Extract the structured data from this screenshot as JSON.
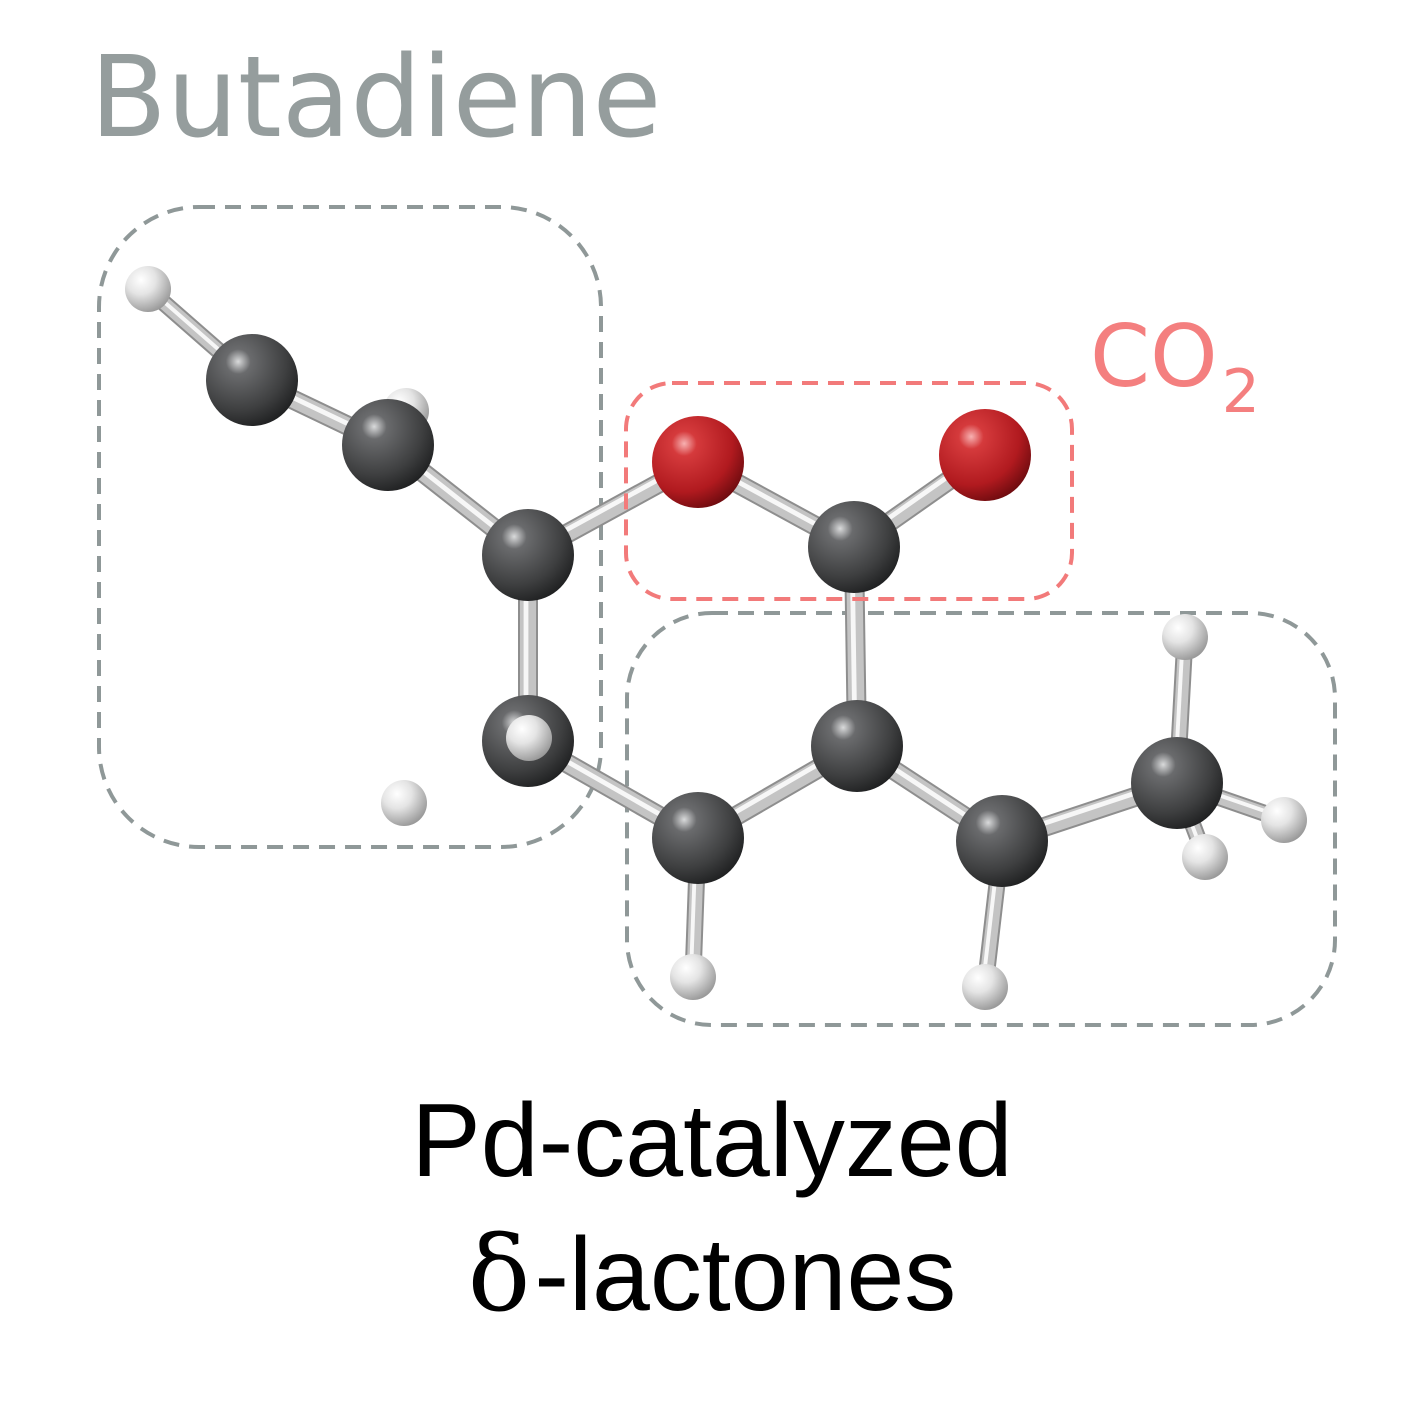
{
  "labels": {
    "butadiene": "Butadiene",
    "co2_main": "CO",
    "co2_subscript": "2",
    "caption_line1": "Pd-catalyzed",
    "caption_line2_greek": "δ",
    "caption_line2_rest": "-lactones"
  },
  "colors": {
    "butadiene_box": "#8f9898",
    "co2_box": "#f27a7a",
    "carbon": "#4a4b4c",
    "oxygen": "#c42026",
    "hydrogen": "#d9d9d9",
    "bond": "#c4c4c4"
  },
  "molecule": {
    "atoms": [
      {
        "id": "H1",
        "element": "H"
      },
      {
        "id": "C1",
        "element": "C"
      },
      {
        "id": "C2",
        "element": "C"
      },
      {
        "id": "H2",
        "element": "H"
      },
      {
        "id": "C3",
        "element": "C"
      },
      {
        "id": "O1",
        "element": "O"
      },
      {
        "id": "C4",
        "element": "C"
      },
      {
        "id": "O2",
        "element": "O"
      },
      {
        "id": "C5",
        "element": "C"
      },
      {
        "id": "H3",
        "element": "H"
      },
      {
        "id": "H4",
        "element": "H"
      },
      {
        "id": "C6",
        "element": "C"
      },
      {
        "id": "H5",
        "element": "H"
      },
      {
        "id": "C7",
        "element": "C"
      },
      {
        "id": "C8",
        "element": "C"
      },
      {
        "id": "H6",
        "element": "H"
      },
      {
        "id": "C9",
        "element": "C"
      },
      {
        "id": "H7",
        "element": "H"
      },
      {
        "id": "H8",
        "element": "H"
      },
      {
        "id": "H9",
        "element": "H"
      },
      {
        "id": "H10",
        "element": "H"
      }
    ],
    "bonds": [
      [
        "H1",
        "C1"
      ],
      [
        "C1",
        "C2"
      ],
      [
        "C2",
        "C3"
      ],
      [
        "C3",
        "O1"
      ],
      [
        "O1",
        "C4"
      ],
      [
        "C4",
        "O2"
      ],
      [
        "C3",
        "C5"
      ],
      [
        "C5",
        "H3"
      ],
      [
        "C5",
        "C6"
      ],
      [
        "C6",
        "H5"
      ],
      [
        "C6",
        "C7"
      ],
      [
        "C7",
        "C4"
      ],
      [
        "C7",
        "C8"
      ],
      [
        "C8",
        "H6"
      ],
      [
        "C8",
        "C9"
      ],
      [
        "C9",
        "H7"
      ],
      [
        "C9",
        "H8"
      ],
      [
        "C9",
        "H9"
      ]
    ]
  }
}
